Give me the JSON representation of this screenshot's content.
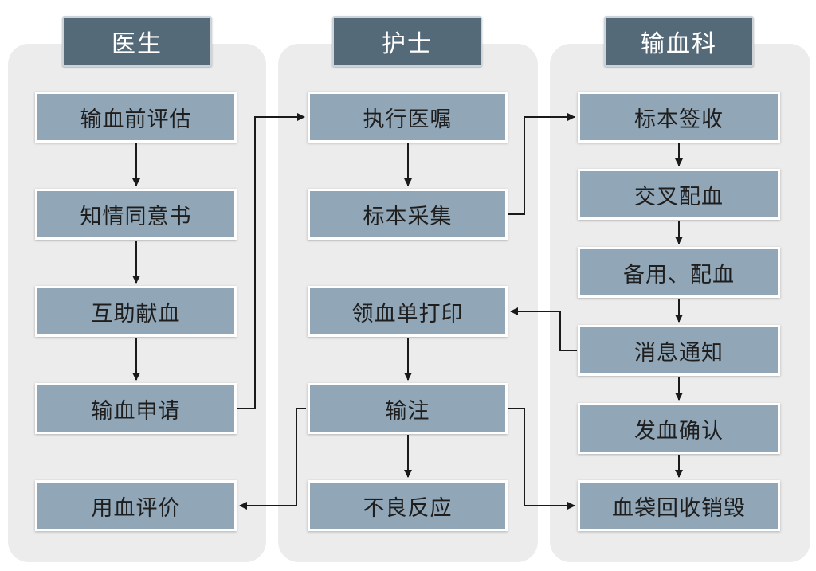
{
  "lanes": {
    "doctor": {
      "header": "医生",
      "steps": [
        "输血前评估",
        "知情同意书",
        "互助献血",
        "输血申请",
        "用血评价"
      ]
    },
    "nurse": {
      "header": "护士",
      "steps": [
        "执行医嘱",
        "标本采集",
        "领血单打印",
        "输注",
        "不良反应"
      ]
    },
    "blood_dept": {
      "header": "输血科",
      "steps": [
        "标本签收",
        "交叉配血",
        "备用、配血",
        "消息通知",
        "发血确认",
        "血袋回收销毁"
      ]
    }
  },
  "colors": {
    "lane_bg": "#ececec",
    "header_bg": "#556a78",
    "box_bg": "#91a7b8",
    "arrow": "#1a1a1a"
  }
}
